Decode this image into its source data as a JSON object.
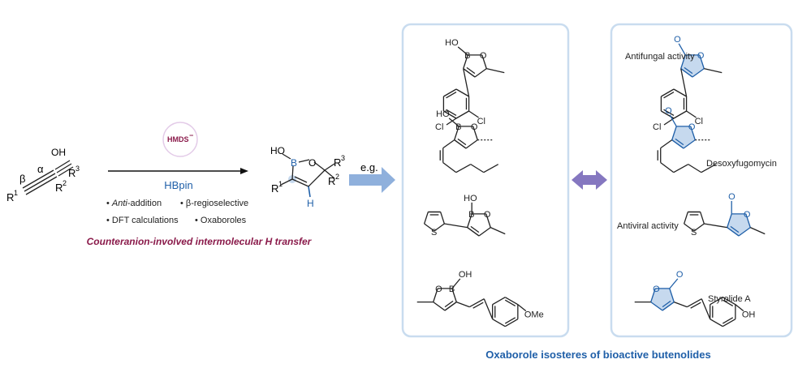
{
  "colors": {
    "accent_red": "#8a1a4a",
    "accent_blue": "#1f5fa8",
    "ring_fill": "#c6d9ee",
    "box_border": "#c9dcef",
    "eg_arrow": "#8fb0dc",
    "double_arrow": "#8577c0",
    "hmds_circle": "#e3cbe8"
  },
  "reaction": {
    "substrate": {
      "oh": "OH",
      "alpha": "α",
      "beta": "β",
      "r": "R",
      "r1": "1",
      "r2": "2",
      "r3": "3"
    },
    "reagent_top": "HMDS",
    "reagent_top_charge": "−",
    "reagent_bottom": "HBpin",
    "bullets": [
      {
        "bullet": "•",
        "italic": "Anti",
        "text": "-addition"
      },
      {
        "bullet": "•",
        "text": "β-regioselective"
      },
      {
        "bullet": "•",
        "text": "DFT calculations"
      },
      {
        "bullet": "•",
        "text": "Oxaboroles"
      }
    ],
    "product": {
      "ho": "HO",
      "b": "B",
      "o": "O",
      "h": "H",
      "r": "R",
      "r1": "1",
      "r2": "2",
      "r3": "3"
    },
    "caption": "Counteranion-involved intermolecular H transfer",
    "eg": "e.g."
  },
  "oxaboroles": {
    "ho": "HO",
    "b": "B",
    "o": "O",
    "cl": "Cl",
    "s": "S",
    "oh": "OH",
    "ome": "OMe"
  },
  "butenolides": {
    "o": "O",
    "cl": "Cl",
    "s": "S",
    "oh": "OH",
    "labels": [
      "Antifungal activity",
      "Desoxyfugomycin",
      "Antiviral activity",
      "Styrolide A"
    ]
  },
  "caption": "Oxaborole isosteres of bioactive butenolides"
}
